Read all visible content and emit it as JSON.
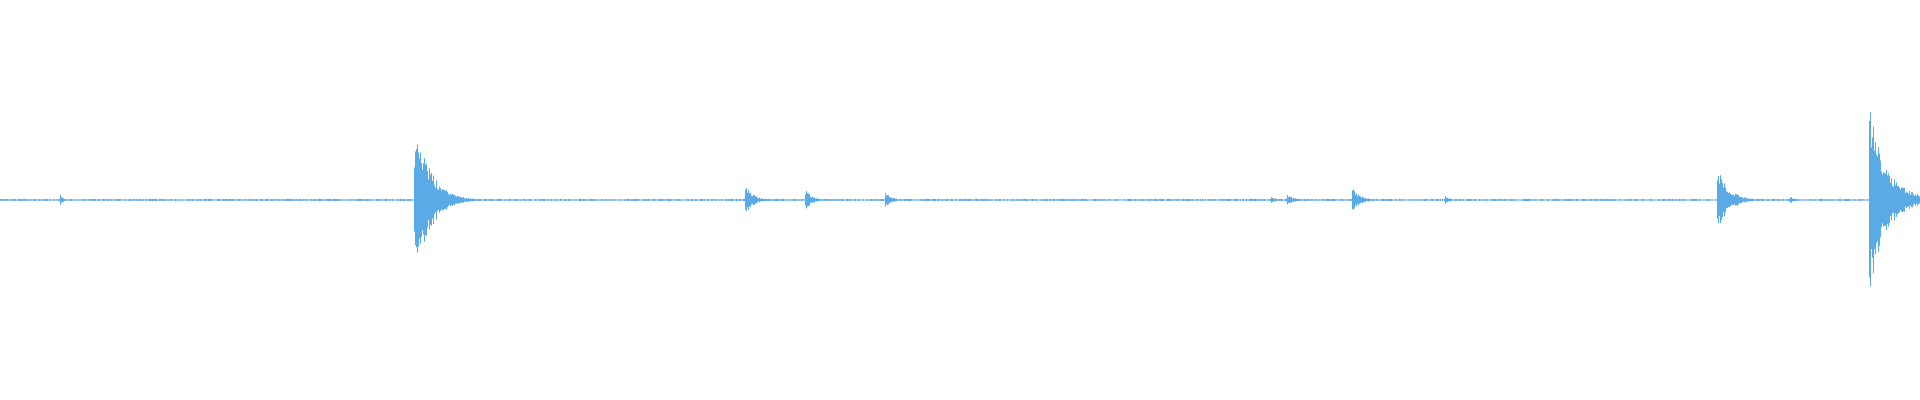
{
  "waveform": {
    "color": "#5aaae6",
    "background": "#ffffff",
    "duration_s": 60,
    "amplitude_range": [
      -1,
      1
    ],
    "bursts": [
      {
        "t": 1.87,
        "amp": 0.06,
        "decay": 0.1
      },
      {
        "t": 11.22,
        "amp": 0.02,
        "decay": 0.1
      },
      {
        "t": 12.95,
        "amp": 0.95,
        "decay": 0.45
      },
      {
        "t": 23.28,
        "amp": 0.16,
        "decay": 0.25
      },
      {
        "t": 25.16,
        "amp": 0.11,
        "decay": 0.2
      },
      {
        "t": 27.65,
        "amp": 0.09,
        "decay": 0.2
      },
      {
        "t": 39.7,
        "amp": 0.04,
        "decay": 0.15
      },
      {
        "t": 40.2,
        "amp": 0.07,
        "decay": 0.2
      },
      {
        "t": 42.25,
        "amp": 0.13,
        "decay": 0.25
      },
      {
        "t": 45.14,
        "amp": 0.05,
        "decay": 0.15
      },
      {
        "t": 53.65,
        "amp": 0.35,
        "decay": 0.35
      },
      {
        "t": 55.92,
        "amp": 0.04,
        "decay": 0.15
      },
      {
        "t": 58.4,
        "amp": 1.0,
        "decay": 0.55
      }
    ],
    "noise_level": 0.008
  }
}
